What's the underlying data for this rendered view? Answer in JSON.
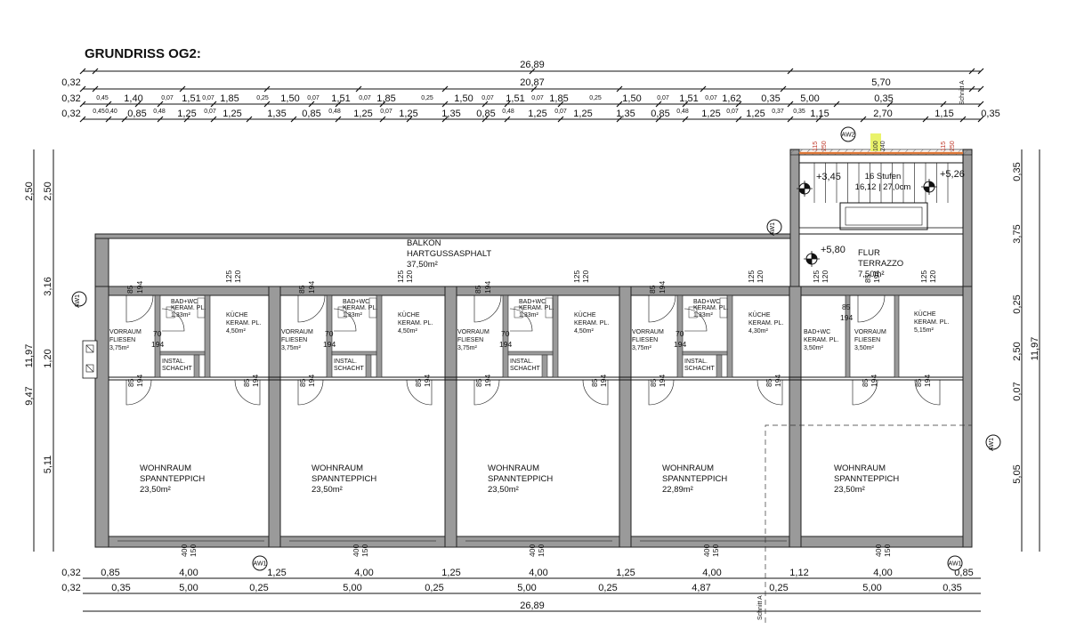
{
  "title": "GRUNDRISS OG2:",
  "dims": {
    "top_total": "26,89",
    "top_row1": [
      "0,32",
      "20,87",
      "5,70"
    ],
    "top_row2": [
      "0,32",
      "0,45",
      "1,40",
      "0,07",
      "1,51",
      "0,07",
      "1,85",
      "0,25",
      "1,50",
      "0,07",
      "1,51",
      "0,07",
      "1,85",
      "0,25",
      "1,50",
      "0,07",
      "1,51",
      "0,07",
      "1,85",
      "0,25",
      "1,50",
      "0,07",
      "1,51",
      "0,07",
      "1,62",
      "0,35",
      "5,00",
      "0,35"
    ],
    "top_row3": [
      "0,32",
      "0,45",
      "0,40",
      "0,85",
      "0,48",
      "1,25",
      "0,07",
      "1,25",
      "1,35",
      "0,85",
      "0,48",
      "1,25",
      "0,07",
      "1,25",
      "1,35",
      "0,85",
      "0,48",
      "1,25",
      "0,07",
      "1,25",
      "1,35",
      "0,85",
      "0,48",
      "1,25",
      "0,07",
      "1,25",
      "0,37",
      "0,35",
      "1,15",
      "2,70",
      "1,15",
      "0,35"
    ],
    "left_outer": [
      "11,97",
      "2,50",
      "9,47"
    ],
    "left_inner": [
      "2,50",
      "3,16",
      "1,20",
      "5,11"
    ],
    "right_inner": [
      "0,35",
      "3,75",
      "0,25",
      "2,50",
      "0,07",
      "5,05"
    ],
    "right_outer": "11,97",
    "bottom_row1": [
      "0,32",
      "0,85",
      "4,00",
      "1,25",
      "4,00",
      "1,25",
      "4,00",
      "1,25",
      "4,00",
      "1,12",
      "4,00",
      "0,85"
    ],
    "bottom_row2": [
      "0,32",
      "0,35",
      "5,00",
      "0,25",
      "5,00",
      "0,25",
      "5,00",
      "0,25",
      "4,87",
      "0,25",
      "5,00",
      "0,35"
    ],
    "bottom_total": "26,89"
  },
  "rooms": {
    "balkon": [
      "BALKON",
      "HARTGUSSASPHALT",
      "37,50m²"
    ],
    "flur": [
      "FLUR",
      "TERRAZZO",
      "7,50m²"
    ],
    "stairs": [
      "16 Stufen",
      "16,12 | 27,0cm"
    ],
    "levels": [
      "+3,45",
      "+5,26",
      "+5,80"
    ],
    "stair_marks": [
      "115",
      "250",
      "100",
      "240",
      "115",
      "250"
    ],
    "units": [
      {
        "vorraum": [
          "VORRAUM",
          "FLIESEN",
          "3,75m²"
        ],
        "bad": [
          "BAD+WC",
          "KERAM. PL.",
          "1,33m²"
        ],
        "kueche": [
          "KÜCHE",
          "KERAM. PL.",
          "4,50m²"
        ],
        "instal": [
          "INSTAL.",
          "SCHACHT"
        ],
        "wohn": [
          "WOHNRAUM",
          "SPANNTEPPICH",
          "23,50m²"
        ]
      },
      {
        "vorraum": [
          "VORRAUM",
          "FLIESEN",
          "3,75m²"
        ],
        "bad": [
          "BAD+WC",
          "KERAM. PL.",
          "1,33m²"
        ],
        "kueche": [
          "KÜCHE",
          "KERAM. PL.",
          "4,50m²"
        ],
        "instal": [
          "INSTAL.",
          "SCHACHT"
        ],
        "wohn": [
          "WOHNRAUM",
          "SPANNTEPPICH",
          "23,50m²"
        ]
      },
      {
        "vorraum": [
          "VORRAUM",
          "FLIESEN",
          "3,75m²"
        ],
        "bad": [
          "BAD+WC",
          "KERAM. PL.",
          "1,33m²"
        ],
        "kueche": [
          "KÜCHE",
          "KERAM. PL.",
          "4,50m²"
        ],
        "instal": [
          "INSTAL.",
          "SCHACHT"
        ],
        "wohn": [
          "WOHNRAUM",
          "SPANNTEPPICH",
          "23,50m²"
        ]
      },
      {
        "vorraum": [
          "VORRAUM",
          "FLIESEN",
          "3,75m²"
        ],
        "bad": [
          "BAD+WC",
          "KERAM. PL.",
          "1,33m²"
        ],
        "kueche": [
          "KÜCHE",
          "KERAM. PL.",
          "4,30m²"
        ],
        "instal": [
          "INSTAL.",
          "SCHACHT"
        ],
        "wohn": [
          "WOHNRAUM",
          "SPANNTEPPICH",
          "22,89m²"
        ]
      }
    ],
    "unit5": {
      "bad": [
        "BAD+WC",
        "KERAM. PL.",
        "3,50m²"
      ],
      "vorraum": [
        "VORRAUM",
        "FLIESEN",
        "3,50m²"
      ],
      "kueche": [
        "KÜCHE",
        "KERAM. PL.",
        "5,15m²"
      ],
      "wohn": [
        "WOHNRAUM",
        "SPANNTEPPICH",
        "23,50m²"
      ]
    }
  },
  "door_marks": {
    "a": "85",
    "b": "194",
    "c": "125",
    "d": "120",
    "e": "70",
    "f": "400",
    "g": "150"
  },
  "markers": {
    "aw1": "AW1",
    "aw2": "AW2",
    "schnitt": "Schnitt A"
  }
}
